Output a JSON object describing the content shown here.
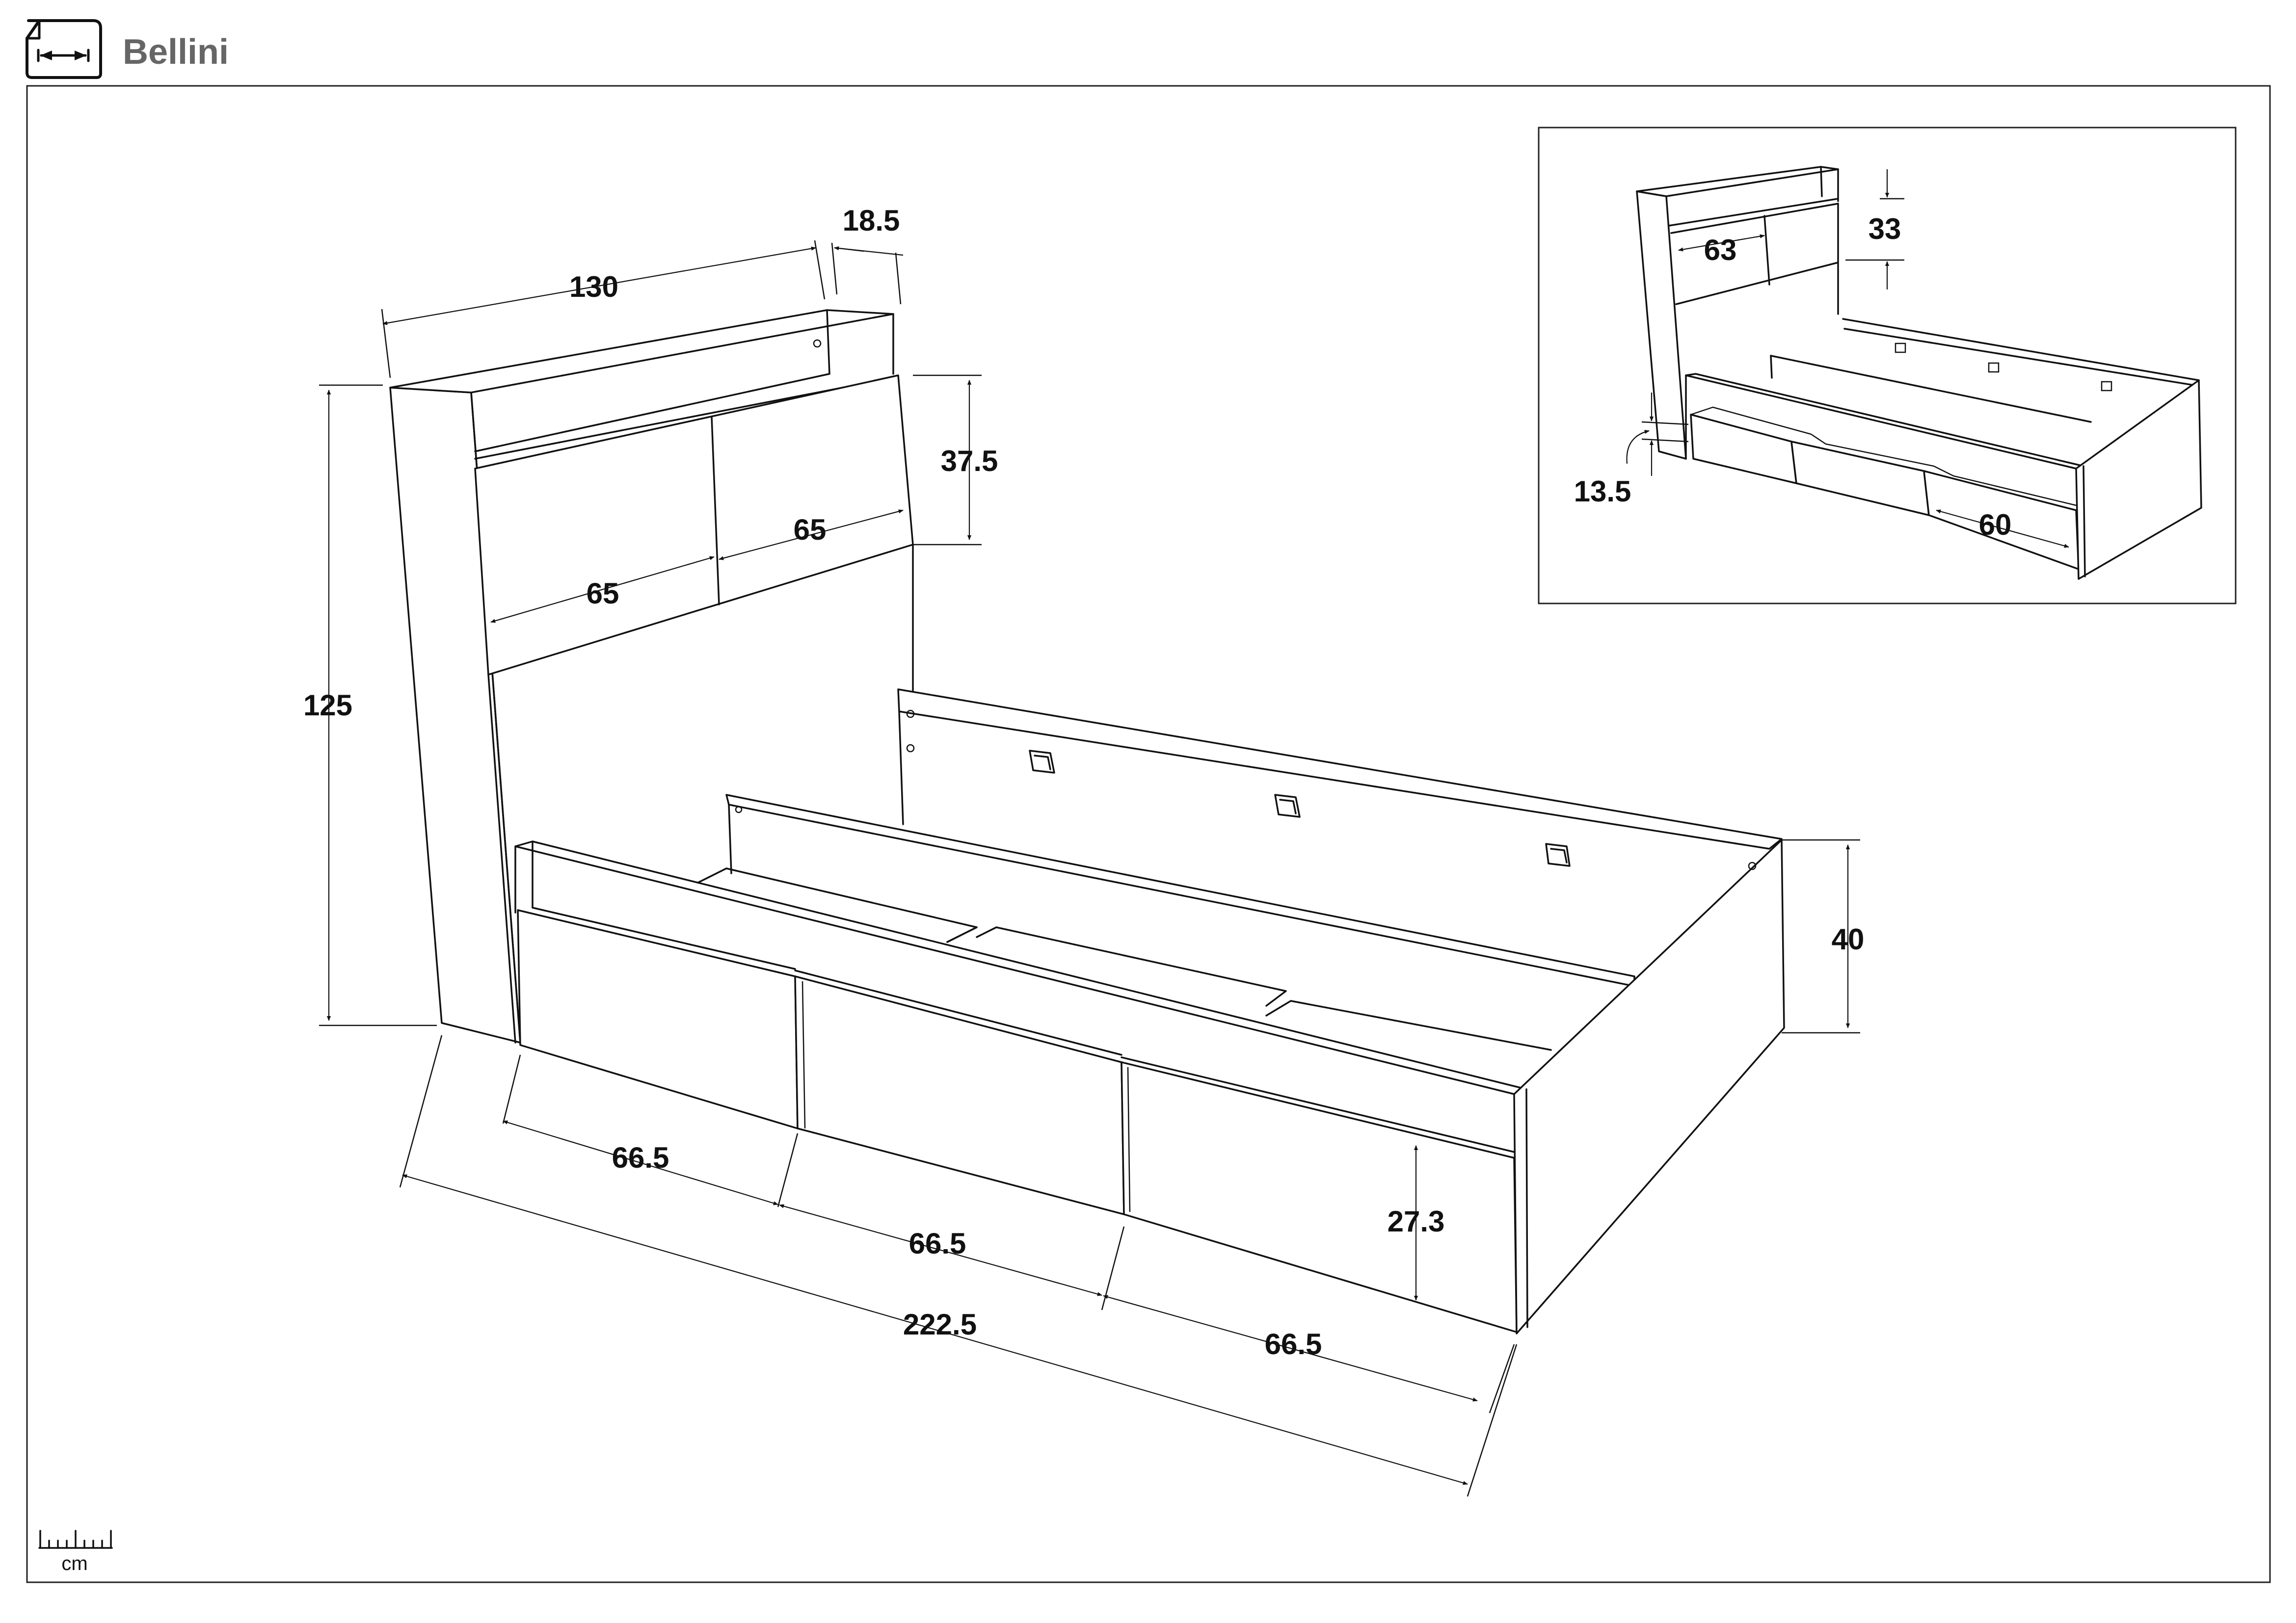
{
  "header": {
    "title": "Bellini",
    "icon": "dimensions-doc-icon"
  },
  "colors": {
    "line": "#111111",
    "title_text": "#666666",
    "frame": "#222222"
  },
  "main_dimensions": {
    "headboard_width": "130",
    "headboard_depth": "18.5",
    "headboard_height": "125",
    "shelf_height": "37.5",
    "door_left_width": "65",
    "door_right_width": "65",
    "bed_height": "40",
    "drawer_1_width": "66.5",
    "drawer_2_width": "66.5",
    "drawer_3_width": "66.5",
    "bed_length": "222.5",
    "drawer_height": "27.3"
  },
  "inset_dimensions": {
    "compartment_width": "63",
    "compartment_height": "33",
    "clearance": "13.5",
    "drawer_depth": "60"
  },
  "scale": {
    "unit": "cm",
    "icon": "ruler-icon"
  }
}
